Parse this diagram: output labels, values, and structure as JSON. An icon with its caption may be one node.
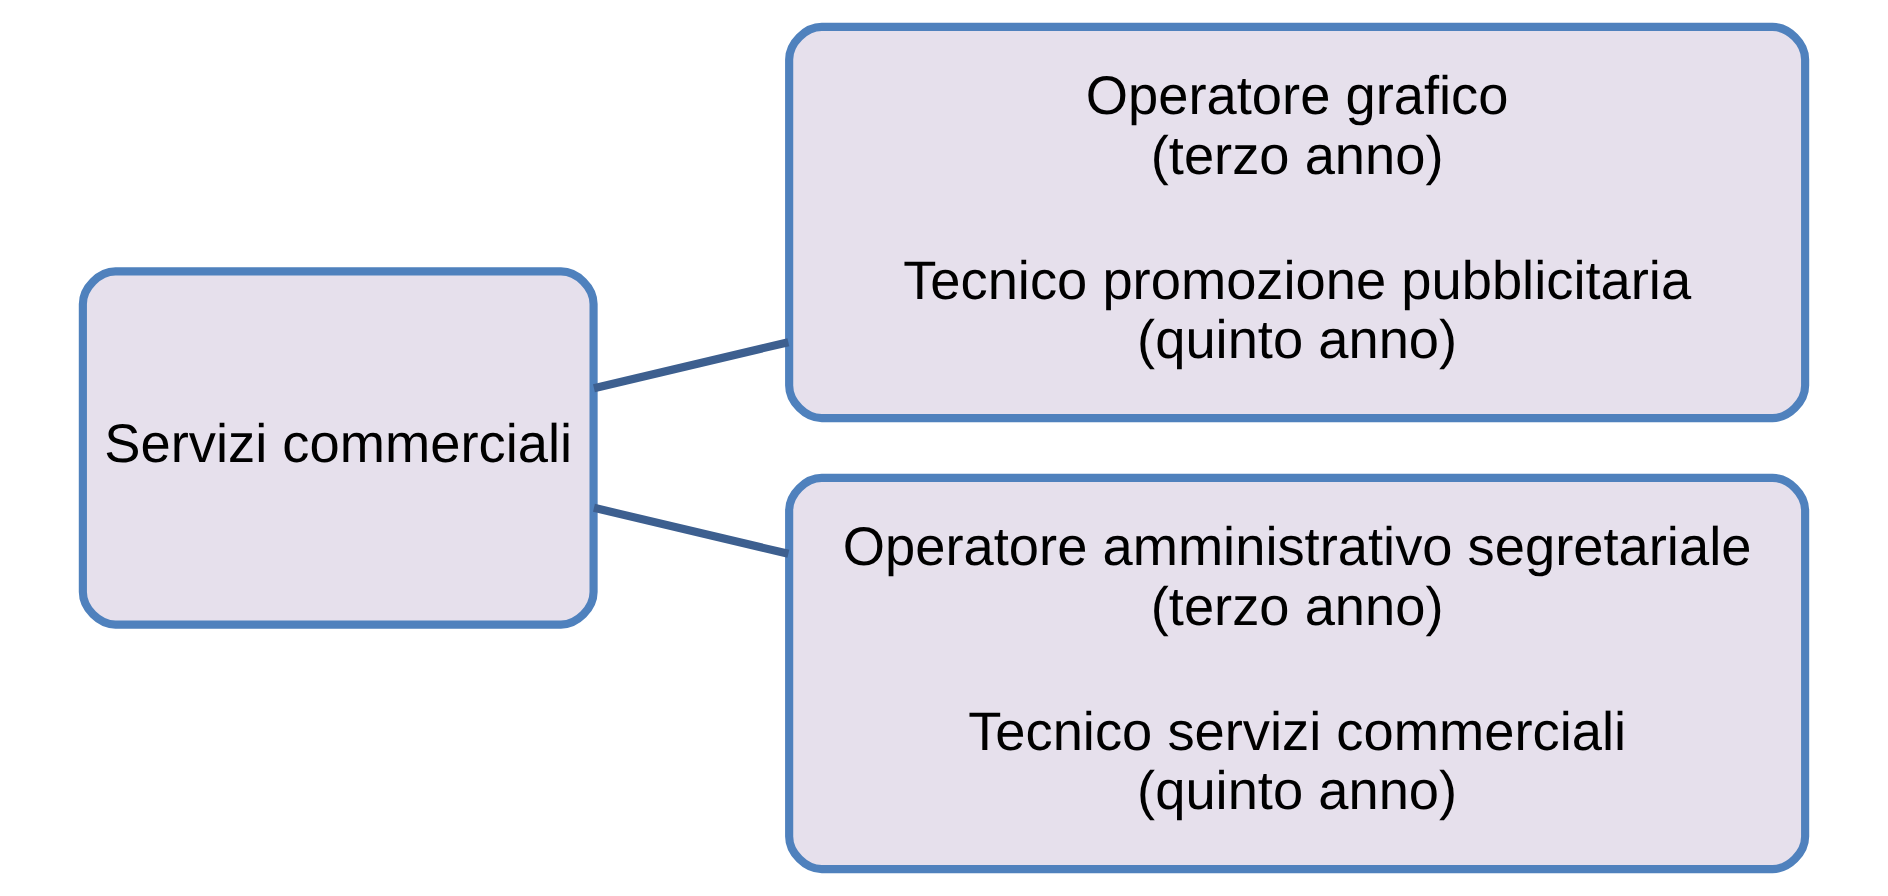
{
  "diagram": {
    "nodes": [
      {
        "text": [
          "Servizi commerciali"
        ]
      },
      {
        "text": [
          "Operatore grafico (terzo anno)",
          "Tecnico promozione pubblicitaria (quinto anno)"
        ]
      },
      {
        "text": [
          "Operatore amministrativo segretariale (terzo anno)",
          "Tecnico servizi commerciali (quinto anno)"
        ]
      }
    ],
    "edges": [
      {
        "from": 0,
        "to": 1,
        "arrow": "none"
      },
      {
        "from": 0,
        "to": 2,
        "arrow": "none"
      }
    ]
  }
}
